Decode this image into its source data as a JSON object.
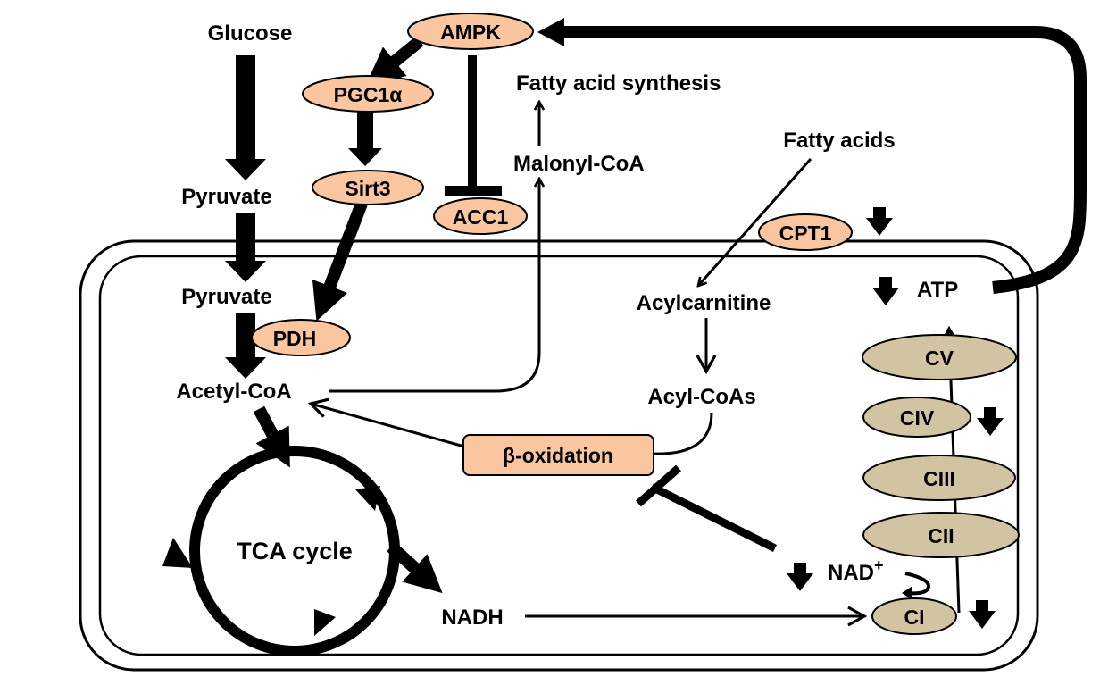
{
  "diagram": {
    "nodes": {
      "ampk": "AMPK",
      "pgc1a": "PGC1α",
      "sirt3": "Sirt3",
      "acc1": "ACC1",
      "cpt1": "CPT1",
      "pdh": "PDH",
      "beta_oxidation": "β-oxidation",
      "cv": "CV",
      "civ": "CIV",
      "ciii": "CIII",
      "cii": "CII",
      "ci": "CI"
    },
    "labels": {
      "glucose": "Glucose",
      "pyruvate_cytosol": "Pyruvate",
      "pyruvate_mito": "Pyruvate",
      "acetyl_coa": "Acetyl-CoA",
      "fatty_acid_synthesis": "Fatty acid synthesis",
      "malonyl_coa": "Malonyl-CoA",
      "fatty_acids": "Fatty acids",
      "acylcarnitine": "Acylcarnitine",
      "acyl_coas": "Acyl-CoAs",
      "tca_cycle": "TCA cycle",
      "nadh": "NADH",
      "nad": "NAD",
      "nad_superscript": "+",
      "atp": "ATP"
    },
    "colors": {
      "signaling_node": "#F9C6A0",
      "complex_node": "#D2C4A3",
      "line": "#000000",
      "background": "#FFFFFF"
    }
  }
}
